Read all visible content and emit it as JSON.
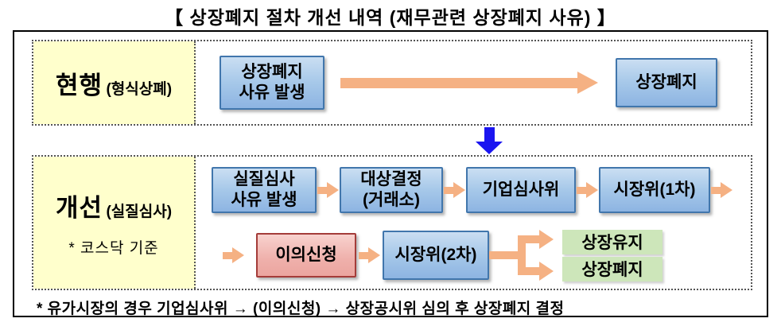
{
  "title": "【 상장폐지 절차 개선 내역 (재무관련 상장폐지 사유) 】",
  "current_row": {
    "label": "현행",
    "label_sub": "(형식상폐)",
    "start_box": "상장폐지\n사유 발생",
    "end_box": "상장폐지"
  },
  "improved_row": {
    "label": "개선",
    "label_sub": "(실질심사)",
    "label_note": "* 코스닥 기준",
    "stage1": [
      "실질심사\n사유 발생",
      "대상결정\n(거래소)",
      "기업심사위",
      "시장위(1차)"
    ],
    "stage2": {
      "objection_box": "이의신청",
      "committee_box": "시장위(2차)",
      "outcome_top": "상장유지",
      "outcome_bottom": "상장폐지"
    }
  },
  "footnote": "* 유가시장의 경우 기업심사위 → (이의신청) → 상장공시위 심의 후 상장폐지 결정",
  "colors": {
    "process_box_fill": "#a6c8e9",
    "process_box_border": "#4176ac",
    "label_cell_fill": "#ffffcc",
    "flow_arrow": "#f5b183",
    "transition_arrow": "#1b15f0",
    "objection_box_fill": "#efb0ab",
    "objection_box_border": "#a43c39",
    "outcome_box_fill": "#cde6ba"
  }
}
